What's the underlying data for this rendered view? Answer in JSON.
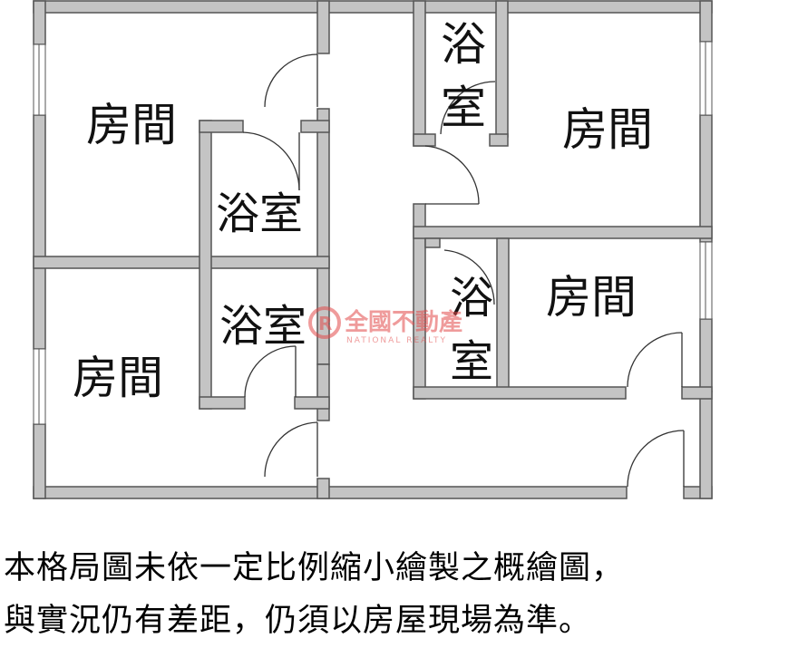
{
  "rooms": {
    "bedroom_top_left": "房間",
    "bedroom_bottom_left": "房間",
    "bedroom_top_right": "房間",
    "bedroom_mid_right": "房間",
    "bath_mid_upper": "浴室",
    "bath_mid_lower": "浴室",
    "bath_top_right_1": "浴",
    "bath_top_right_2": "室",
    "bath_mid_right_1": "浴",
    "bath_mid_right_2": "室"
  },
  "watermark": {
    "name": "全國不動產",
    "english": "NATIONAL REALTY",
    "color": "#e24b4b"
  },
  "disclaimer": {
    "line1": "本格局圖未依一定比例縮小繪製之概繪圖，",
    "line2": "與實況仍有差距，仍須以房屋現場為準。"
  },
  "colors": {
    "wall_fill": "#c4c4c4",
    "wall_stroke": "#555555"
  }
}
